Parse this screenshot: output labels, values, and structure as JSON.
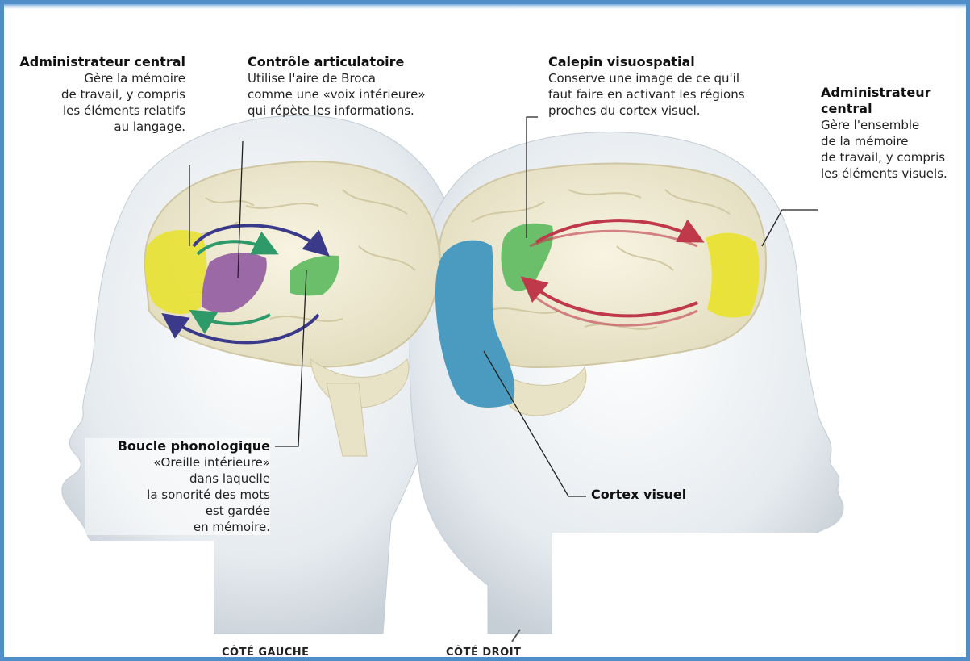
{
  "labels": {
    "admin_left": {
      "title": "Administrateur central",
      "desc": "Gère la mémoire\nde travail, y compris\nles éléments relatifs\nau langage."
    },
    "articulatory": {
      "title": "Contrôle articulatoire",
      "desc": "Utilise l'aire de Broca\ncomme une «voix intérieure»\nqui répète les informations."
    },
    "visuospatial": {
      "title": "Calepin visuospatial",
      "desc": "Conserve une image de ce qu'il\nfaut faire en activant les régions\nproches du cortex visuel."
    },
    "admin_right": {
      "title": "Administrateur\ncentral",
      "desc": "Gère l'ensemble\nde la mémoire\nde travail, y compris\nles éléments visuels."
    },
    "phonological": {
      "title": "Boucle phonologique",
      "desc": "«Oreille intérieure»\ndans laquelle\nla sonorité des mots\nest gardée\nen mémoire."
    },
    "visual_cortex": {
      "title": "Cortex visuel"
    }
  },
  "captions": {
    "left_side": "CÔTÉ GAUCHE",
    "right_side": "CÔTÉ DROIT"
  },
  "colors": {
    "frame": "#4f8ec9",
    "yellow_region": "#e8e23a",
    "purple_region": "#9b6aa6",
    "green_region": "#6bbf6b",
    "blue_region": "#4a9bbf",
    "purple_arrow": "#3b3a8a",
    "green_arrow": "#2e9a6a",
    "red_arrow": "#c0394a"
  }
}
